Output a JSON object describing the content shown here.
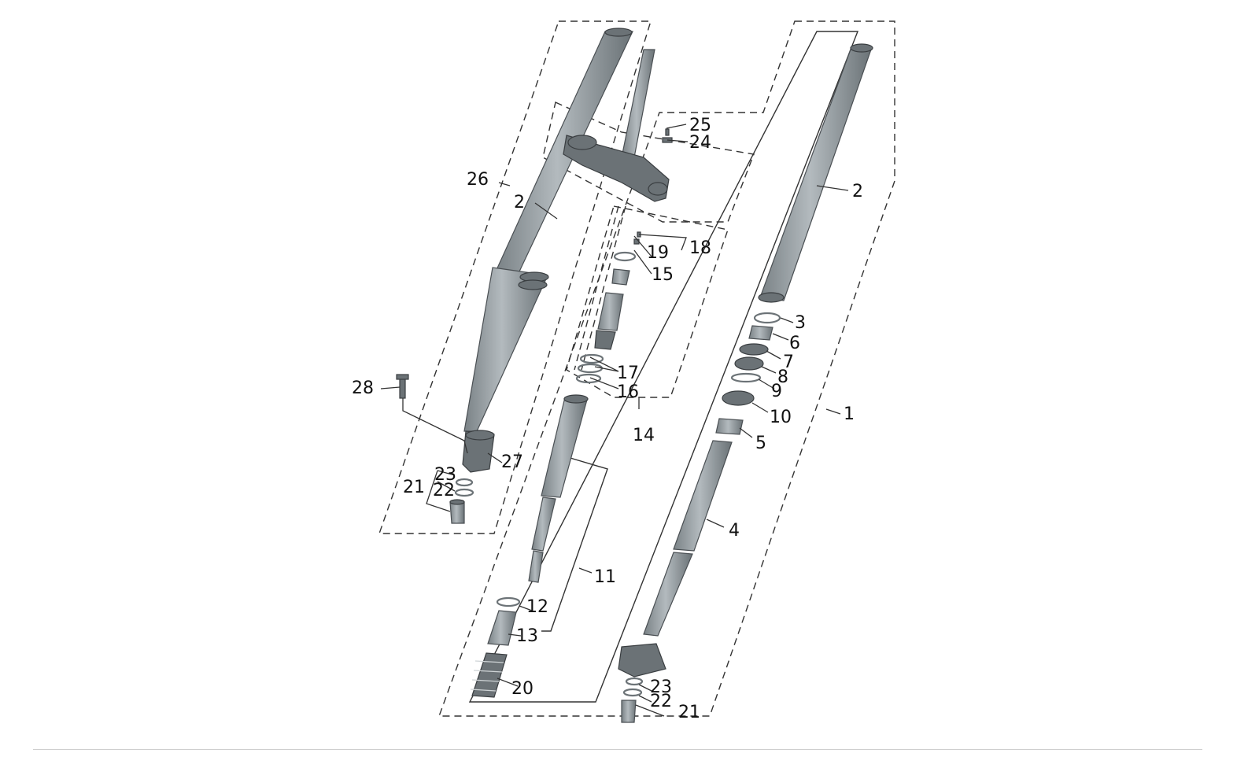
{
  "callouts": {
    "c1": "1",
    "c2a": "2",
    "c2b": "2",
    "c3": "3",
    "c4": "4",
    "c5": "5",
    "c6": "6",
    "c7": "7",
    "c8": "8",
    "c9": "9",
    "c10": "10",
    "c11": "11",
    "c12": "12",
    "c13": "13",
    "c14": "14",
    "c15": "15",
    "c16": "16",
    "c17": "17",
    "c18": "18",
    "c19": "19",
    "c20": "20",
    "c21a": "21",
    "c21b": "21",
    "c22a": "22",
    "c22b": "22",
    "c23a": "23",
    "c23b": "23",
    "c24": "24",
    "c25": "25",
    "c26": "26",
    "c27": "27",
    "c28": "28"
  },
  "colors": {
    "metal_light": "#a9b0b4",
    "metal_dark": "#6e767a",
    "line": "#333333"
  }
}
